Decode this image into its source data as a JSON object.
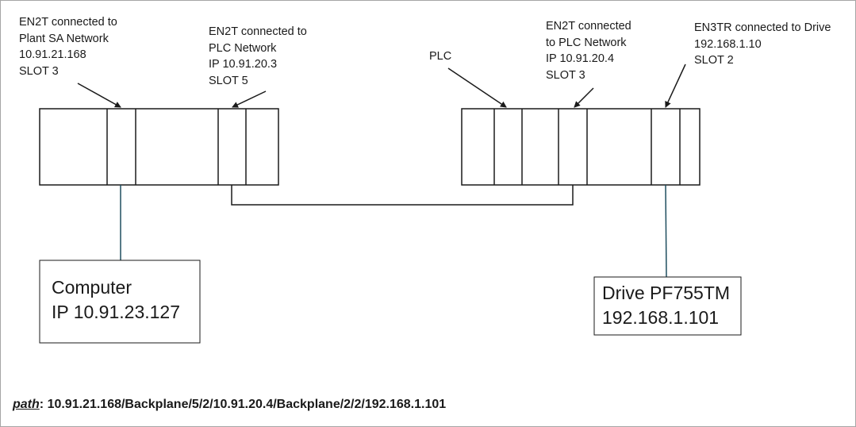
{
  "labels": {
    "en2t_sa": [
      "EN2T connected to",
      "Plant SA Network",
      "10.91.21.168",
      "SLOT 3"
    ],
    "en2t_plc_left": [
      "EN2T connected to",
      "PLC Network",
      "IP 10.91.20.3",
      "SLOT 5"
    ],
    "plc": "PLC",
    "en2t_plc_right": [
      "EN2T connected",
      "to PLC Network",
      "IP 10.91.20.4",
      "SLOT 3"
    ],
    "en3tr": [
      "EN3TR connected to Drive",
      "192.168.1.10",
      "SLOT 2"
    ]
  },
  "devices": {
    "computer": [
      "Computer",
      "IP 10.91.23.127"
    ],
    "drive": [
      "Drive PF755TM",
      "192.168.1.101"
    ]
  },
  "path": {
    "key": "path",
    "separator": ": ",
    "value": "10.91.21.168/Backplane/5/2/10.91.20.4/Backplane/2/2/192.168.1.101"
  },
  "colors": {
    "stroke": "#1a1a1a",
    "cable": "#1f4e5f",
    "border": "#a6a6a6"
  }
}
